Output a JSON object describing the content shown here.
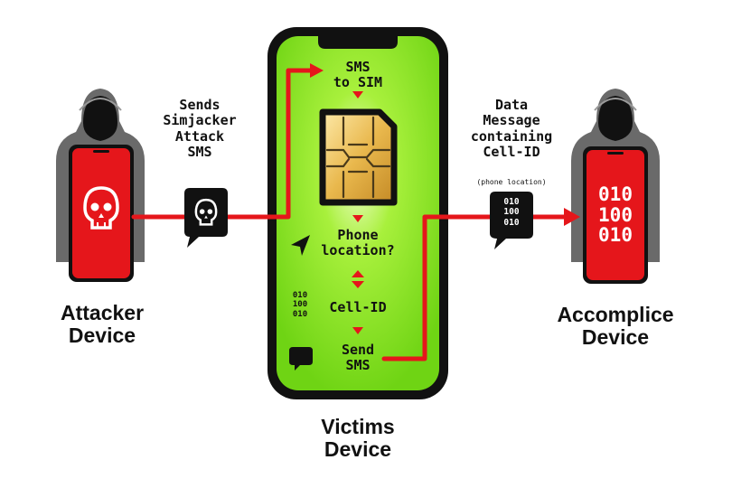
{
  "attacker": {
    "caption_line1": "Attacker",
    "caption_line2": "Device",
    "step_line1": "Sends",
    "step_line2": "Simjacker",
    "step_line3": "Attack",
    "step_line4": "SMS"
  },
  "victim": {
    "caption_line1": "Victims",
    "caption_line2": "Device",
    "sms_line1": "SMS",
    "sms_line2": "to SIM",
    "question_line1": "Phone",
    "question_line2": "location?",
    "cell_id": "Cell-ID",
    "binary": [
      "010",
      "100",
      "010"
    ],
    "send_line1": "Send",
    "send_line2": "SMS"
  },
  "accomplice": {
    "caption_line1": "Accomplice",
    "caption_line2": "Device",
    "step_line1": "Data",
    "step_line2": "Message",
    "step_line3": "containing",
    "step_line4": "Cell-ID",
    "step_note": "(phone location)",
    "binary": [
      "010",
      "100",
      "010"
    ],
    "bubble_binary": [
      "010",
      "100",
      "010"
    ]
  },
  "icons": [
    "hooded-figure-icon",
    "skull-icon",
    "sim-card-icon",
    "location-arrow-icon",
    "chat-bubble-icon"
  ],
  "colors": {
    "accent_red": "#e5161b",
    "screen_green": "#7ee21a",
    "phone_black": "#111111",
    "sim_gold": "#e7b84d"
  }
}
